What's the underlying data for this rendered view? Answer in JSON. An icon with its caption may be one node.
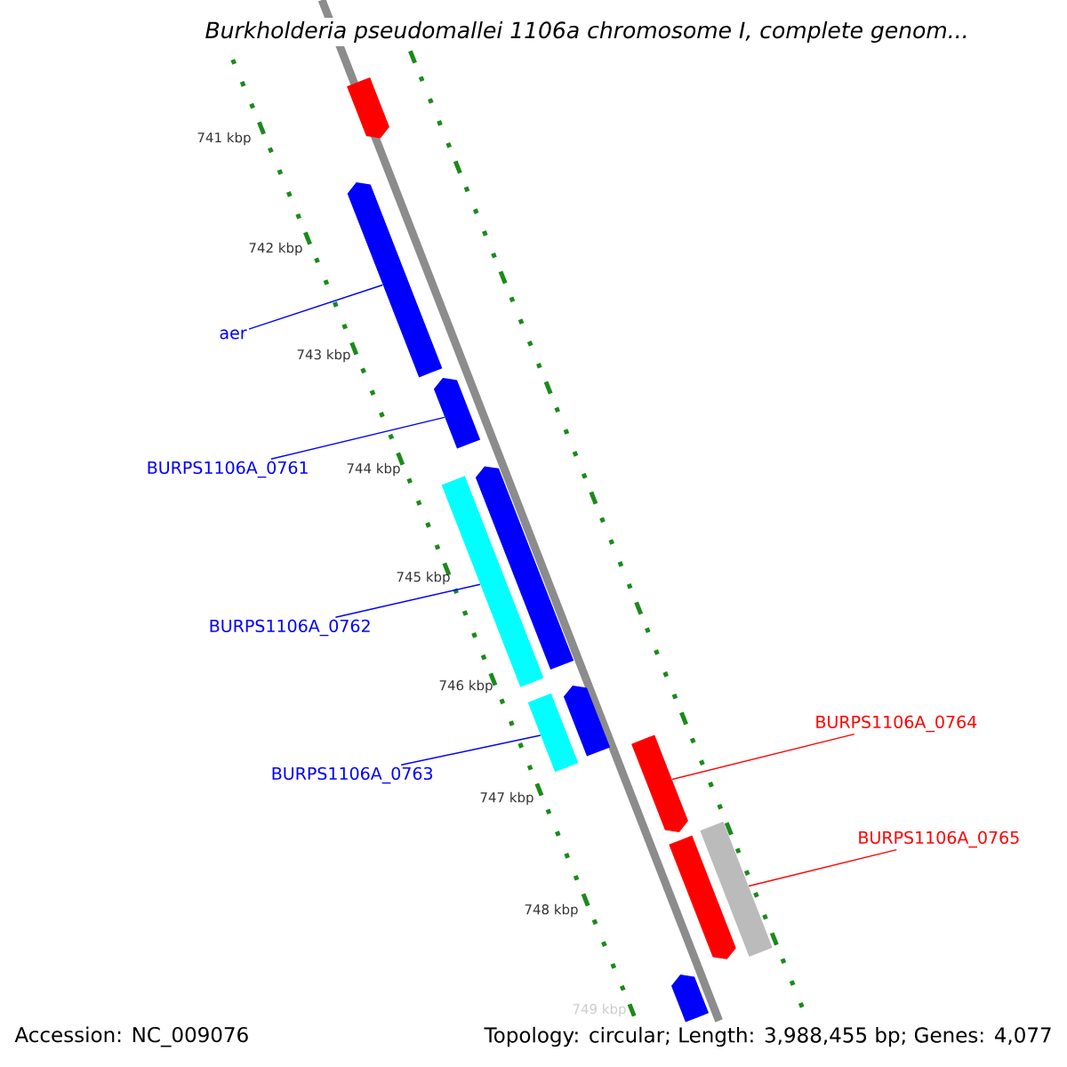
{
  "diagram": {
    "title": "Burkholderia pseudomallei 1106a chromosome I, complete genom...",
    "nodes": [
      {
        "text": [],
        "shape": "bar"
      },
      {
        "text": [],
        "shape": "bar"
      },
      {
        "text": [
          "aer"
        ]
      },
      {
        "text": [],
        "shape": "bar"
      },
      {
        "text": [
          "BURPS1106A_0761"
        ]
      },
      {
        "text": [],
        "shape": "bar"
      },
      {
        "text": [],
        "shape": "bar"
      },
      {
        "text": [
          "BURPS1106A_0762"
        ]
      },
      {
        "text": [],
        "shape": "bar"
      },
      {
        "text": [
          "BURPS1106A_0764"
        ]
      },
      {
        "text": [],
        "shape": "bar"
      },
      {
        "text": [
          "BURPS1106A_0763"
        ]
      },
      {
        "text": [],
        "shape": "bar"
      },
      {
        "text": [
          "BURPS1106A_0765"
        ]
      },
      {
        "text": [],
        "shape": "bar"
      },
      {
        "text": [],
        "shape": "bar"
      },
      {
        "text": [],
        "shape": "bar"
      }
    ],
    "edges": [
      {
        "from": 2,
        "to": 1,
        "arrow": "none"
      },
      {
        "from": 4,
        "to": 3,
        "arrow": "none"
      },
      {
        "from": 7,
        "to": 6,
        "arrow": "none"
      },
      {
        "from": 11,
        "to": 10,
        "arrow": "none"
      },
      {
        "from": 9,
        "to": 12,
        "arrow": "none",
        "color": "#ff0000"
      },
      {
        "from": 13,
        "to": 14,
        "arrow": "none",
        "color": "#ff0000"
      }
    ],
    "labels": [
      "741 kbp",
      "742 kbp",
      "743 kbp",
      "744 kbp",
      "745 kbp",
      "746 kbp",
      "747 kbp",
      "748 kbp",
      "749 kbp",
      "Accession: NC_009076",
      "Topology: circular; Length: 3,988,455 bp; Genes: 4,077"
    ]
  }
}
